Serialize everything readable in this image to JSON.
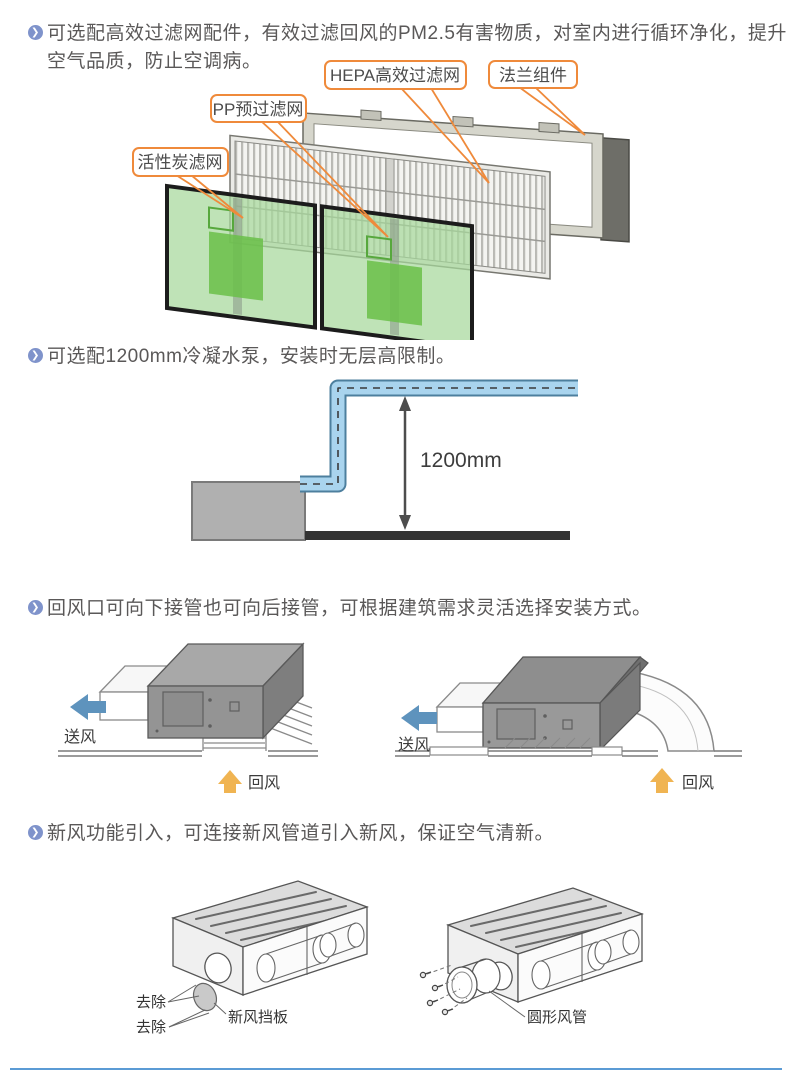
{
  "colors": {
    "bullet": "#7f93cb",
    "callout_border": "#ef8a3b",
    "supply_arrow": "#5e93bd",
    "return_arrow": "#f0b452",
    "pipe_fill": "#a9d4ee",
    "carbon_filter_green": "#a6d89b",
    "bottom_rule": "#5b9bd5"
  },
  "sections": [
    {
      "text": "可选配高效过滤网配件，有效过滤回风的PM2.5有害物质，对室内进行循环净化，提升空气品质，防止空调病。",
      "callouts": {
        "carbon": "活性炭滤网",
        "pp": "PP预过滤网",
        "hepa": "HEPA高效过滤网",
        "flange": "法兰组件"
      }
    },
    {
      "text": "可选配1200mm冷凝水泵，安装时无层高限制。",
      "dimension": "1200mm"
    },
    {
      "text": "回风口可向下接管也可向后接管，可根据建筑需求灵活选择安装方式。",
      "left": {
        "supply": "送风",
        "return": "回风"
      },
      "right": {
        "supply": "送风",
        "return": "回风"
      }
    },
    {
      "text": "新风功能引入，可连接新风管道引入新风，保证空气清新。",
      "left": {
        "remove1": "去除",
        "remove2": "去除",
        "baffle": "新风挡板"
      },
      "right": {
        "duct": "圆形风管"
      }
    }
  ]
}
